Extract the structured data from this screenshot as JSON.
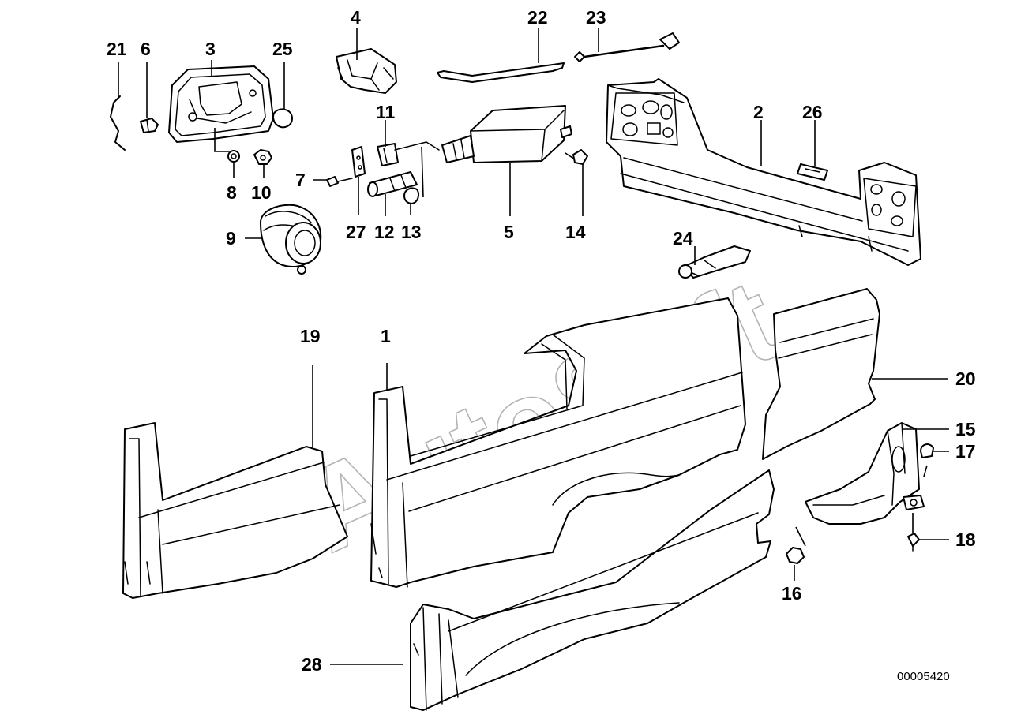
{
  "diagram": {
    "watermark_text": "AutoSoft",
    "diagram_number": "00005420",
    "callouts": {
      "c1": "1",
      "c2": "2",
      "c3": "3",
      "c4": "4",
      "c5": "5",
      "c6": "6",
      "c7": "7",
      "c8": "8",
      "c9": "9",
      "c10": "10",
      "c11": "11",
      "c12": "12",
      "c13": "13",
      "c14": "14",
      "c15": "15",
      "c16": "16",
      "c17": "17",
      "c18": "18",
      "c19": "19",
      "c20": "20",
      "c21": "21",
      "c22": "22",
      "c23": "23",
      "c24": "24",
      "c25": "25",
      "c26": "26",
      "c27": "27",
      "c28": "28"
    },
    "colors": {
      "line": "#000000",
      "background": "#ffffff",
      "watermark": "#9a9a9a"
    }
  }
}
